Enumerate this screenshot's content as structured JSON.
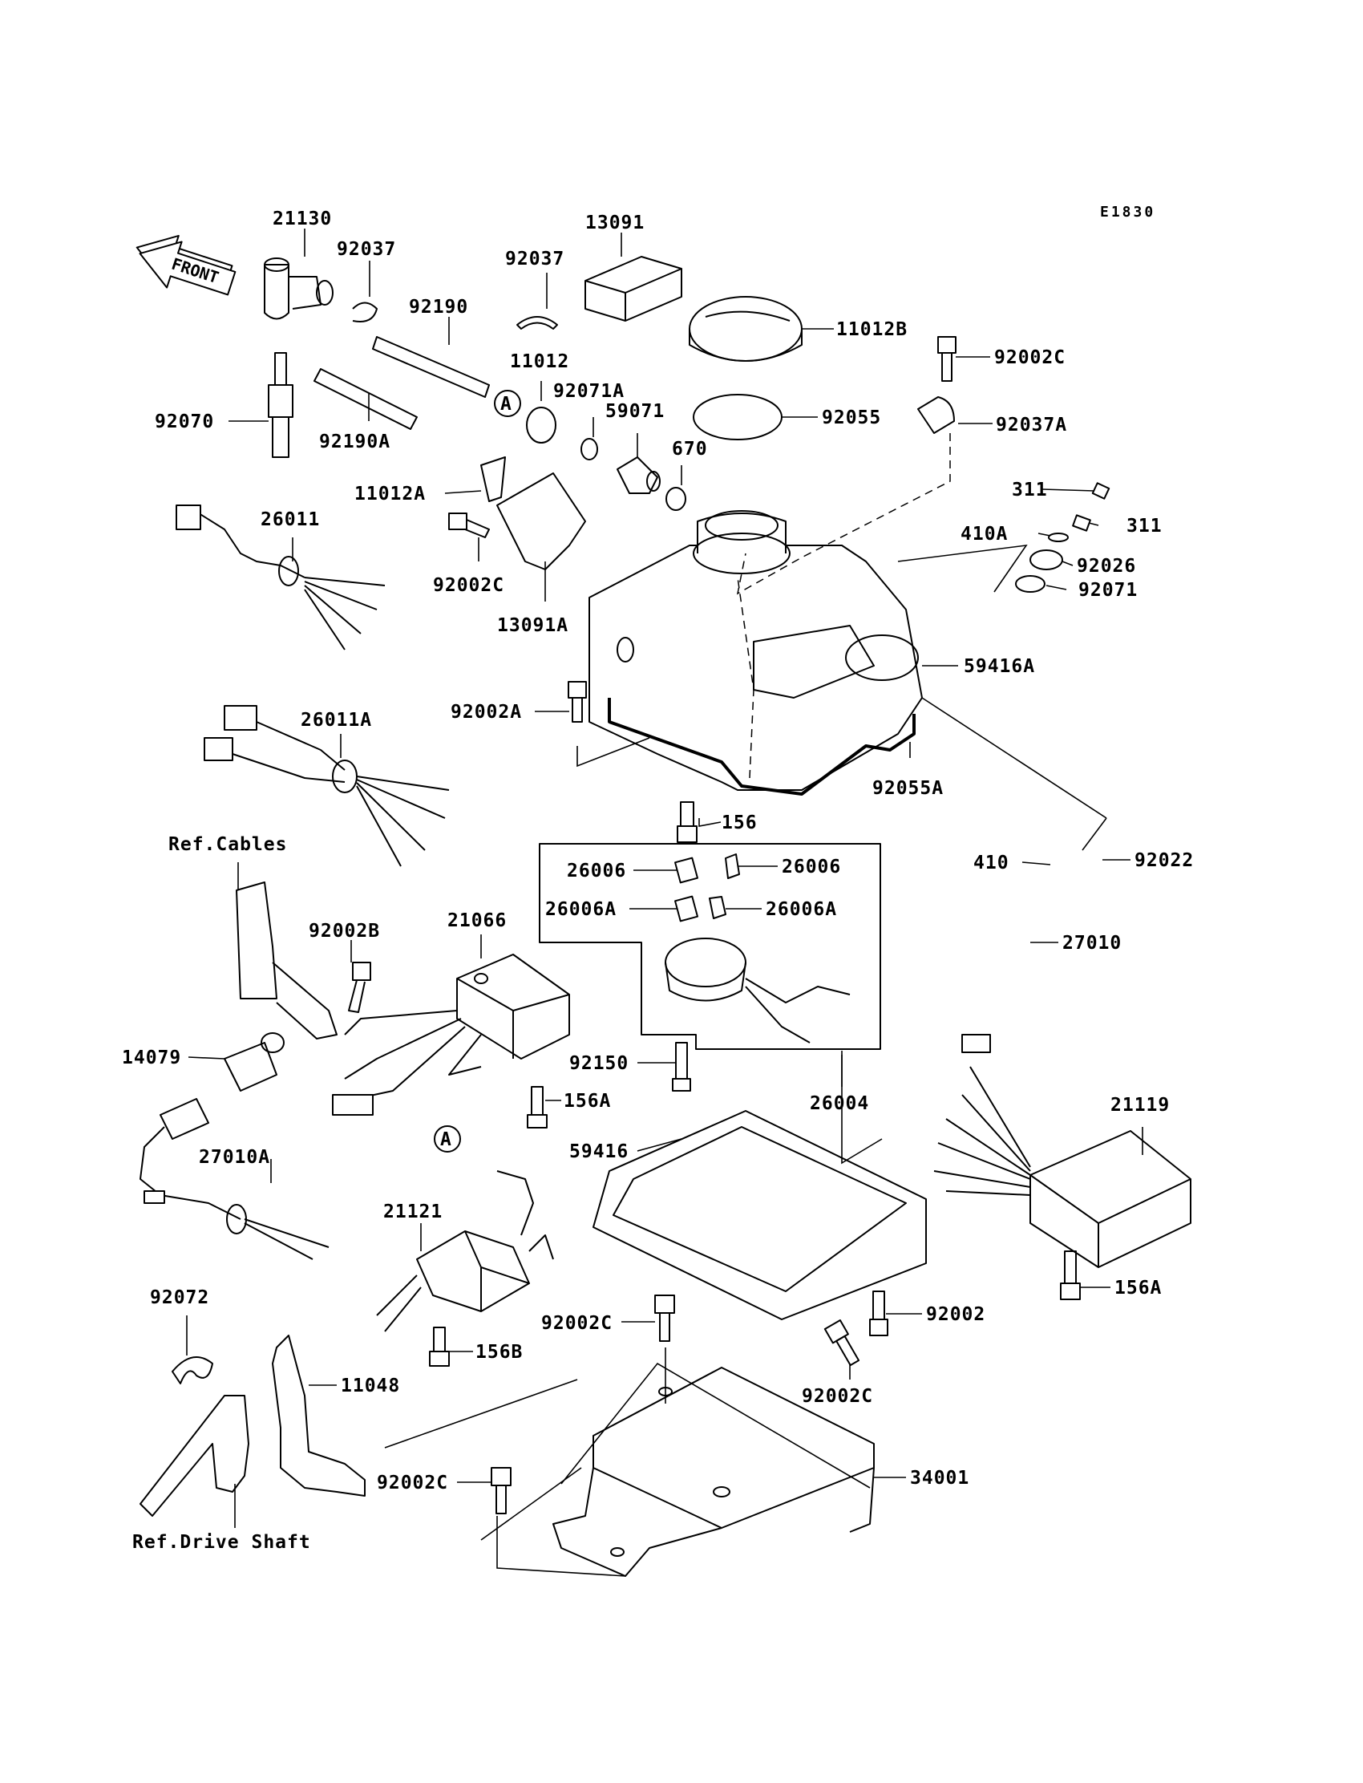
{
  "diagram_code": "E1830",
  "front_label": "FRONT",
  "refs": {
    "cables": "Ref.Cables",
    "drive_shaft": "Ref.Drive Shaft"
  },
  "callout": "A",
  "parts": [
    "21130",
    "92037",
    "92037",
    "13091",
    "92190",
    "92190A",
    "92070",
    "11012",
    "92071A",
    "59071",
    "670",
    "11012B",
    "92002C",
    "92055",
    "92037A",
    "11012A",
    "92002C",
    "13091A",
    "26011",
    "26011A",
    "92002A",
    "59416A",
    "92055A",
    "156",
    "311",
    "311",
    "410A",
    "92026",
    "92071",
    "92022",
    "410",
    "27010",
    "26006",
    "26006",
    "26006A",
    "26006A",
    "92150",
    "26004",
    "21066",
    "92002B",
    "156A",
    "14079",
    "27010A",
    "59416",
    "21121",
    "21119",
    "156A",
    "92002C",
    "92002",
    "92002C",
    "156B",
    "92072",
    "11048",
    "92002C",
    "34001"
  ]
}
